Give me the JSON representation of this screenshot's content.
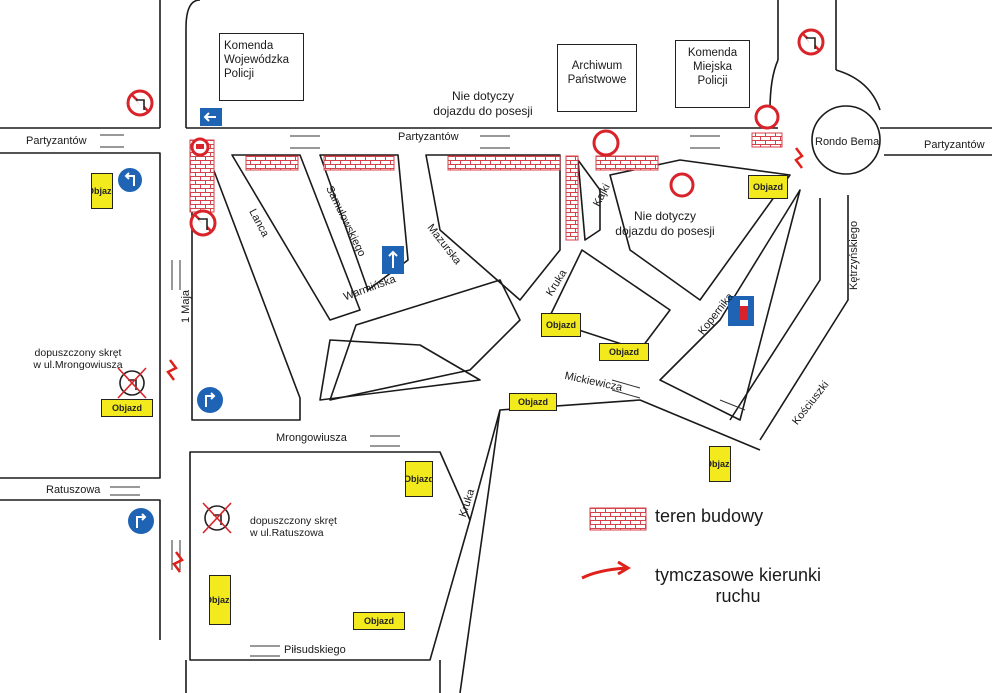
{
  "colors": {
    "road_line": "#1a1a1a",
    "construction": "#d4424a",
    "prohibition_red": "#d8232a",
    "info_blue": "#1f63b5",
    "detour_yellow": "#f2ea1c",
    "temp_arrow": "#e0201a"
  },
  "buildings": {
    "komenda_wojewodzka": [
      "Komenda",
      "Wojewódzka",
      "Policji"
    ],
    "archiwum": [
      "Archiwum",
      "Państwowe"
    ],
    "komenda_miejska": [
      "Komenda",
      "Miejska",
      "Policji"
    ]
  },
  "streets": {
    "partyzantow_left": "Partyzantów",
    "partyzantow_center": "Partyzantów",
    "partyzantow_right": "Partyzantów",
    "rondo": "Rondo Bema",
    "lanca": "Lanca",
    "samulowskiego": "Samulowskiego",
    "mazurska": "Mazurska",
    "kajki": "Kajki",
    "kruka_upper": "Kruka",
    "kruka_lower": "Kruka",
    "warminska": "Warmińska",
    "kopernika": "Kopernika",
    "ketrzynskiego": "Kętrzyńskiego",
    "kosciuszki": "Kościuszki",
    "mickiewicza": "Mickiewicza",
    "jednego_maja": "1 Maja",
    "mrongowiusza": "Mrongowiusza",
    "ratuszowa": "Ratuszowa",
    "pilsudskiego": "Piłsudskiego"
  },
  "notes": {
    "nie_dotyczy_1": [
      "Nie dotyczy",
      "dojazdu do posesji"
    ],
    "nie_dotyczy_2": [
      "Nie dotyczy",
      "dojazdu do posesji"
    ],
    "skret_mrongowiusza": [
      "dopuszczony skręt",
      "w ul.Mrongowiusza"
    ],
    "skret_ratuszowa": [
      "dopuszczony skręt",
      "w ul.Ratuszowa"
    ]
  },
  "signs": {
    "objazd": "Objazd",
    "prohibition_icon": "no-left-turn-icon",
    "blue_icon": "mandatory-direction-icon"
  },
  "legend": {
    "construction_label": "teren budowy",
    "temp_label_line1": "tymczasowe kierunki",
    "temp_label_line2": "ruchu"
  }
}
